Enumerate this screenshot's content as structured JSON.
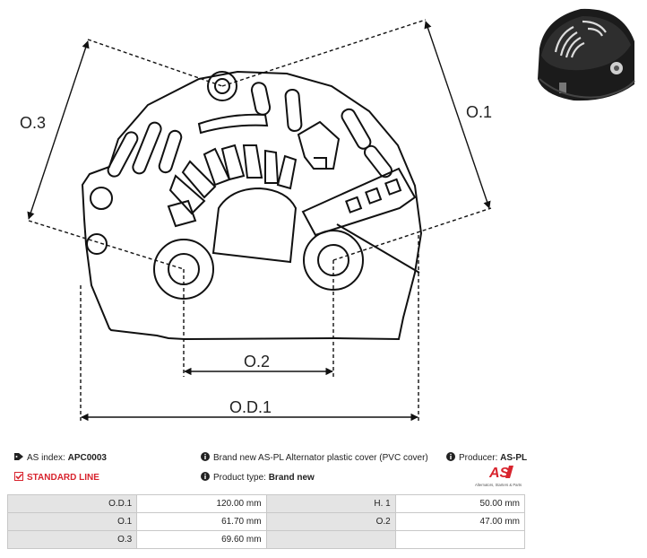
{
  "drawing": {
    "labels": {
      "o3": "O.3",
      "o1": "O.1",
      "o2": "O.2",
      "od1": "O.D.1"
    }
  },
  "info": {
    "as_index_label": "AS index:",
    "as_index_value": "APC0003",
    "line_label": "STANDARD LINE",
    "description": "Brand new AS-PL Alternator plastic cover (PVC cover)",
    "product_type_label": "Product type:",
    "product_type_value": "Brand new",
    "producer_label": "Producer:",
    "producer_value": "AS-PL"
  },
  "logo": {
    "mark": "AS",
    "tagline": "Alternators, Starters & Parts",
    "color": "#d8242e"
  },
  "specs": [
    {
      "label": "O.D.1",
      "value": "120.00 mm",
      "label2": "H. 1",
      "value2": "50.00 mm"
    },
    {
      "label": "O.1",
      "value": "61.70 mm",
      "label2": "O.2",
      "value2": "47.00 mm"
    },
    {
      "label": "O.3",
      "value": "69.60 mm",
      "label2": "",
      "value2": ""
    }
  ]
}
